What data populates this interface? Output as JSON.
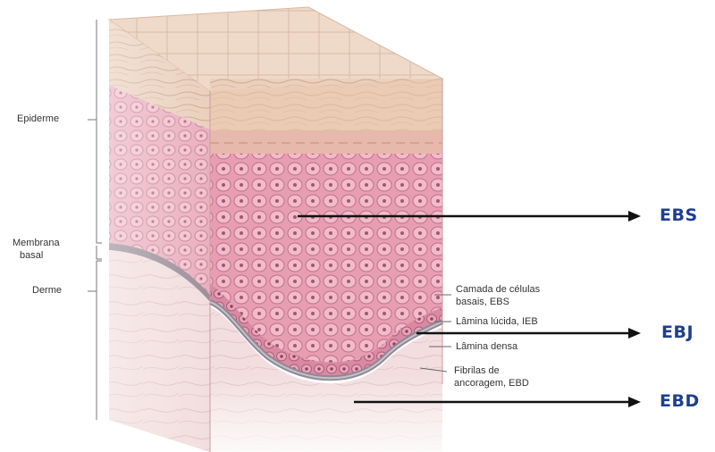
{
  "labels": {
    "epiderme": "Epiderme",
    "membrana_basal_line1": "Membrana",
    "membrana_basal_line2": "basal",
    "derme": "Derme",
    "camada_line1": "Camada de células",
    "camada_line2": "basais, EBS",
    "lamina_lucida": "Lâmina lúcida, IEB",
    "lamina_densa": "Lâmina densa",
    "fibrilas_line1": "Fibrilas de",
    "fibrilas_line2": "ancoragem, EBD"
  },
  "classes": {
    "ebs": "EBS",
    "ebj": "EBJ",
    "ebd": "EBD"
  },
  "colors": {
    "class_text": "#1f3f8f",
    "arrow": "#111111",
    "stratum_corneum": "#e6c3aa",
    "epidermis_cells": "#e8a2b6",
    "basement_membrane": "#9c8f9a",
    "dermis": "#f1d9d9"
  },
  "icons": {
    "arrow": "right-arrow-icon"
  }
}
